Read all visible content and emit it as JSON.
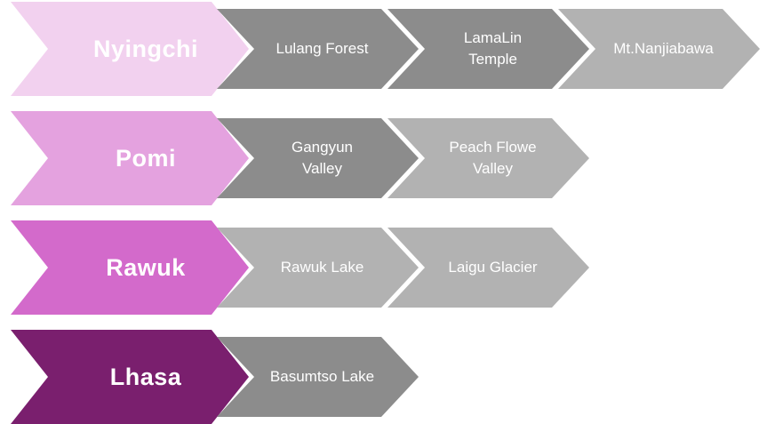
{
  "colors": {
    "nyingchi": "#f2d1ef",
    "pomi": "#e4a2df",
    "rawuk": "#d36acb",
    "lhasa": "#7a1f6e",
    "place_dark": "#8c8c8c",
    "place_light": "#b2b2b2"
  },
  "rows": [
    {
      "region": "Nyingchi",
      "region_color": "#f2d1ef",
      "places": [
        {
          "label": "Lulang Forest",
          "color": "#8c8c8c"
        },
        {
          "label": "LamaLin\nTemple",
          "color": "#8c8c8c"
        },
        {
          "label": "Mt.Nanjiabawa",
          "color": "#b2b2b2"
        }
      ]
    },
    {
      "region": "Pomi",
      "region_color": "#e4a2df",
      "places": [
        {
          "label": "Gangyun\nValley",
          "color": "#8c8c8c"
        },
        {
          "label": "Peach Flowe\nValley",
          "color": "#b2b2b2"
        }
      ]
    },
    {
      "region": "Rawuk",
      "region_color": "#d36acb",
      "places": [
        {
          "label": "Rawuk Lake",
          "color": "#b2b2b2"
        },
        {
          "label": "Laigu Glacier",
          "color": "#b2b2b2"
        }
      ]
    },
    {
      "region": "Lhasa",
      "region_color": "#7a1f6e",
      "places": [
        {
          "label": "Basumtso Lake",
          "color": "#8c8c8c"
        }
      ]
    }
  ]
}
